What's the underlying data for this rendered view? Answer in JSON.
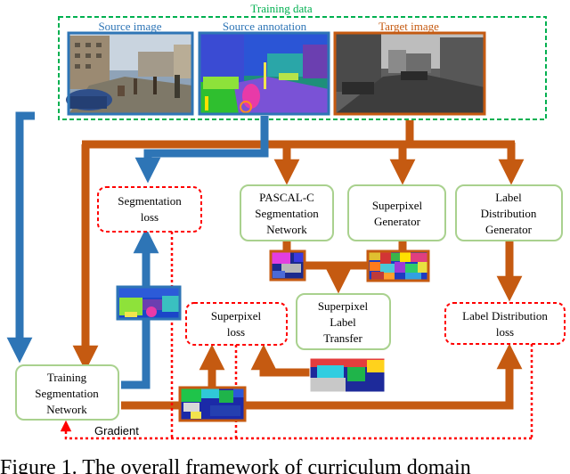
{
  "colors": {
    "orange": "#c55a11",
    "blue": "#2e75b6",
    "green_box": "#a9d18e",
    "green_dash": "#00b050",
    "red_dash": "#ff0000",
    "title_green": "#00b050"
  },
  "training_data": {
    "title": "Training data",
    "source_image_label": "Source image",
    "source_annotation_label": "Source annotation",
    "target_image_label": "Target image"
  },
  "nodes": {
    "segmentation_loss": [
      "Segmentation",
      "loss"
    ],
    "pascal_network": [
      "PASCAL-C",
      "Segmentation",
      "Network"
    ],
    "superpixel_generator": [
      "Superpixel",
      "Generator"
    ],
    "label_distribution_generator": [
      "Label",
      "Distribution",
      "Generator"
    ],
    "superpixel_label_transfer": [
      "Superpixel",
      "Label",
      "Transfer"
    ],
    "superpixel_loss": [
      "Superpixel",
      "loss"
    ],
    "label_distribution_loss": [
      "Label Distribution",
      "loss"
    ],
    "training_network": [
      "Training",
      "Segmentation",
      "Network"
    ]
  },
  "gradient_label": "Gradient",
  "caption": "Figure 1.  The overall framework of curriculum domain"
}
